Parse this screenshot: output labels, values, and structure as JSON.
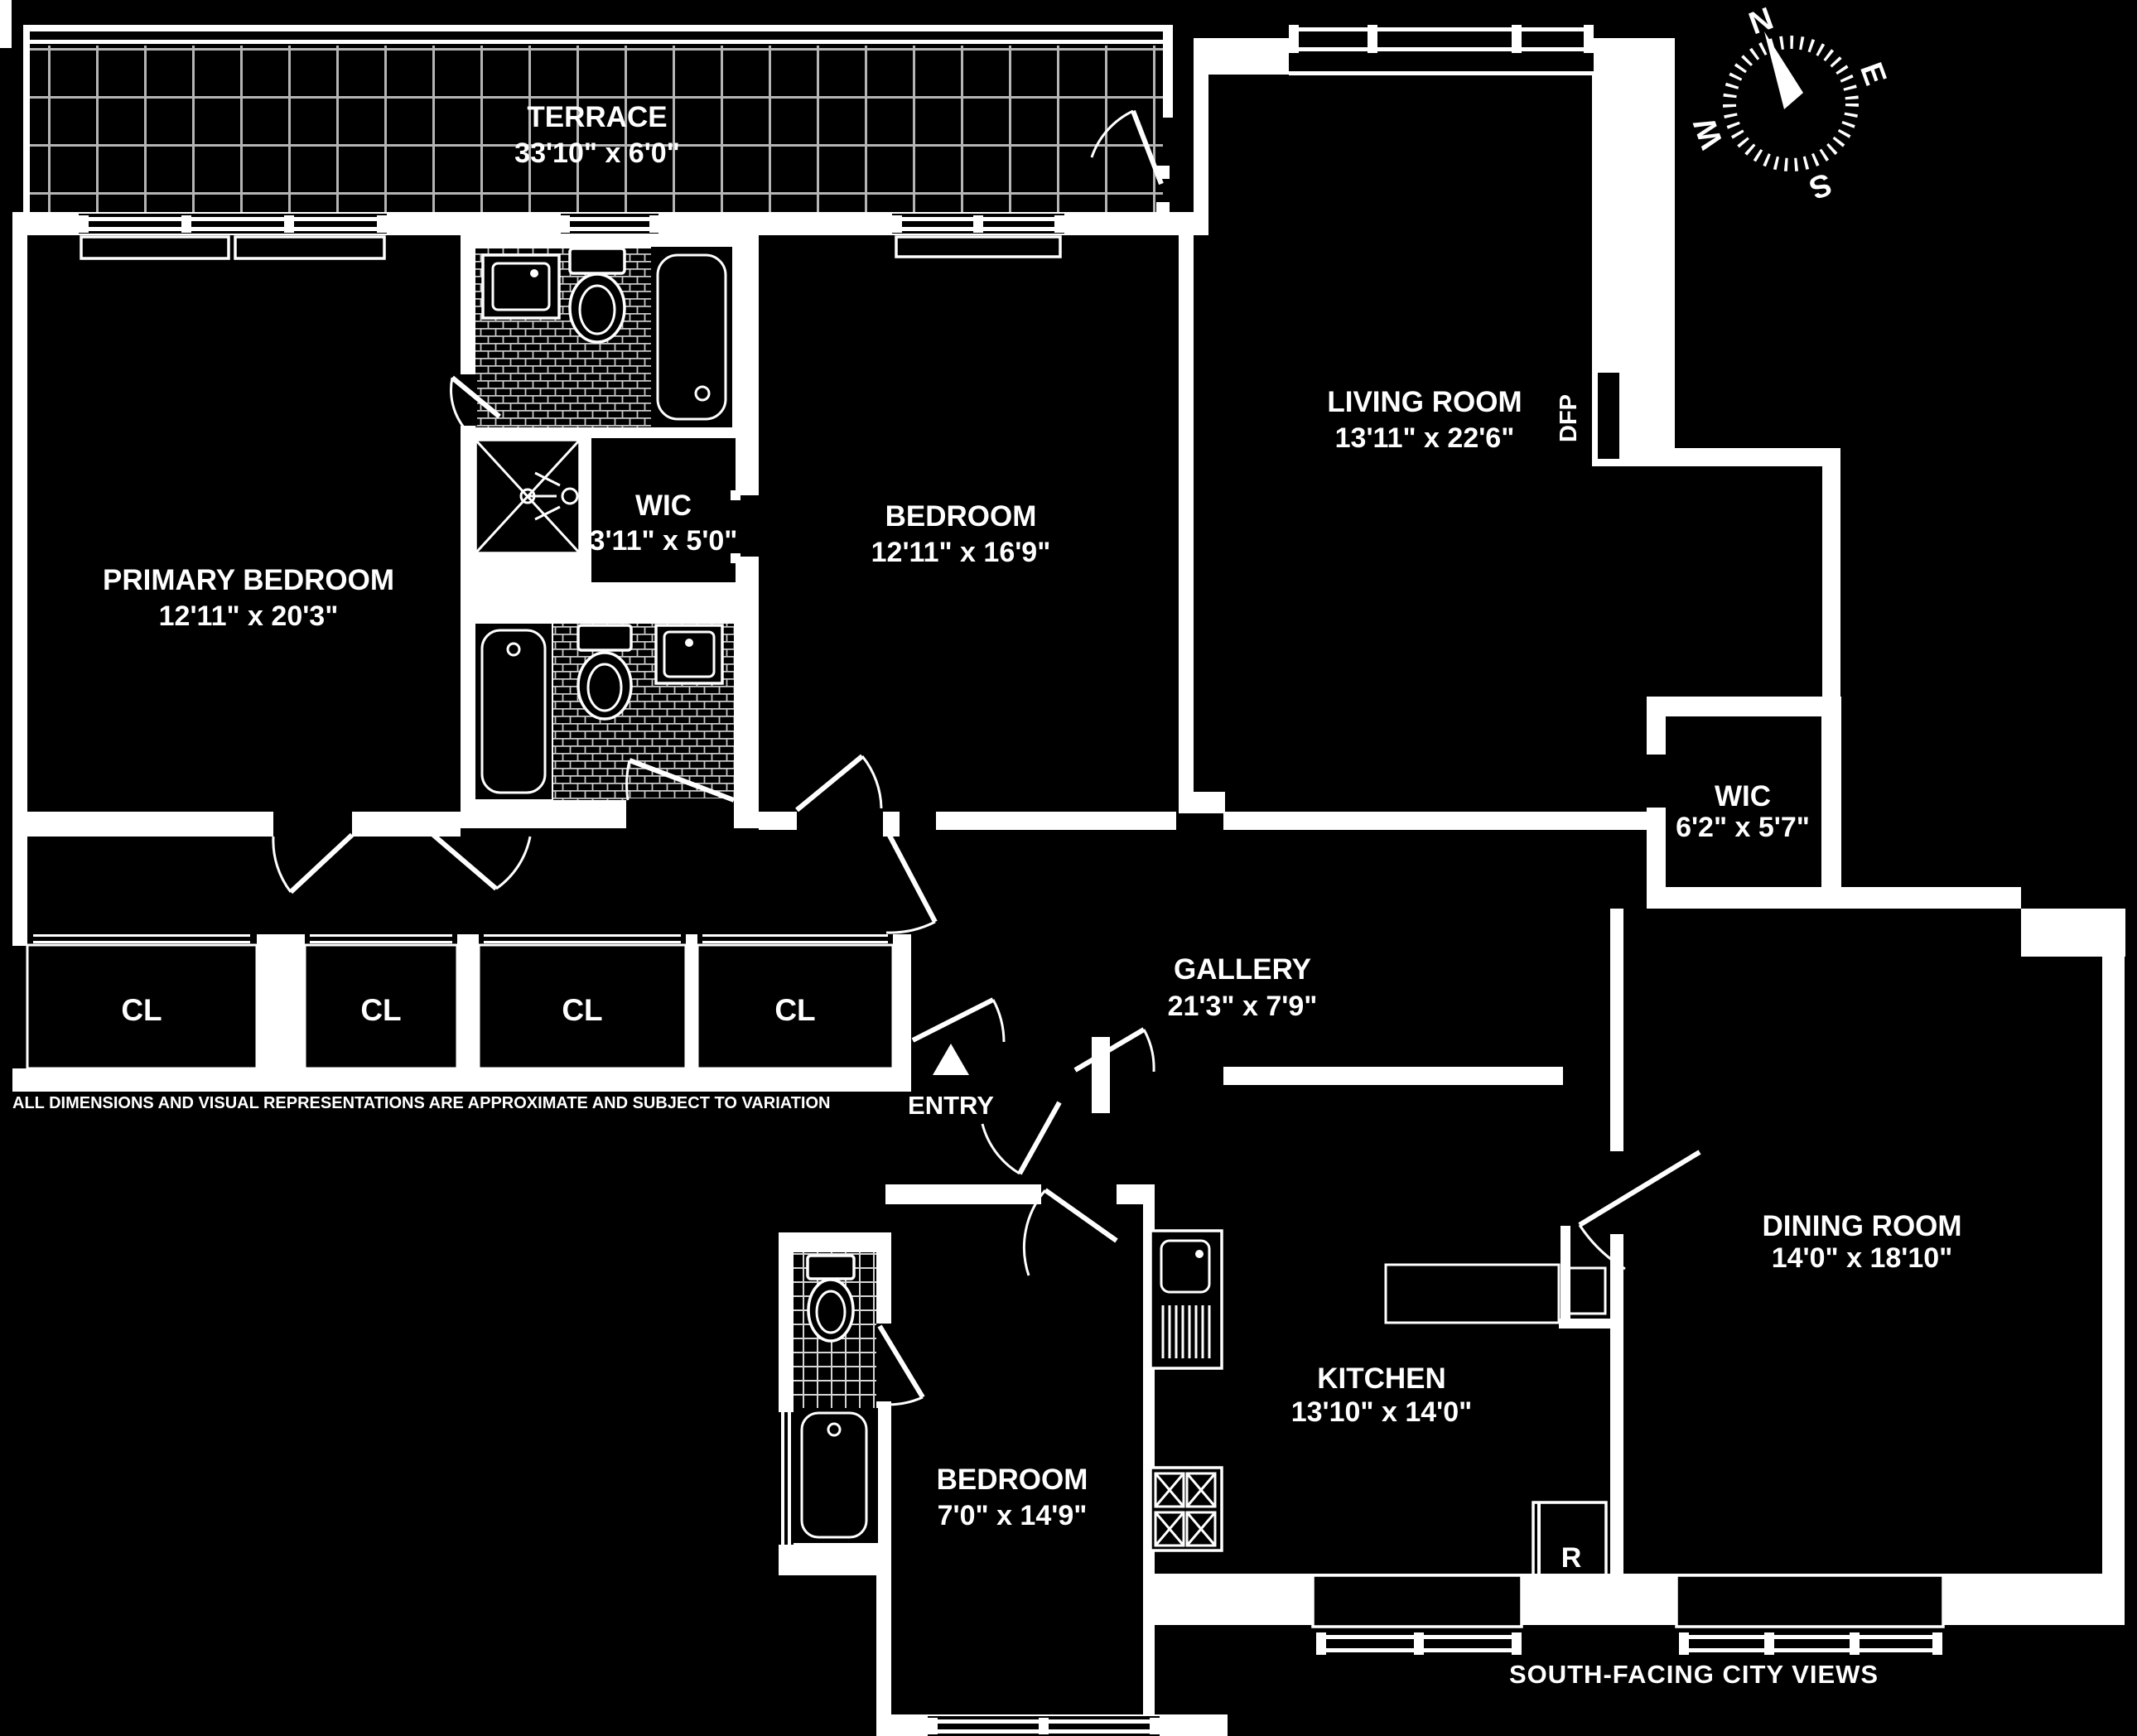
{
  "plan": {
    "terrace": {
      "name": "TERRACE",
      "dims": "33'10\" x 6'0\""
    },
    "primary_bedroom": {
      "name": "PRIMARY BEDROOM",
      "dims": "12'11\" x 20'3\""
    },
    "wic_small": {
      "name": "WIC",
      "dims": "3'11\" x 5'0\""
    },
    "bedroom_2": {
      "name": "BEDROOM",
      "dims": "12'11\" x 16'9\""
    },
    "living_room": {
      "name": "LIVING ROOM",
      "dims": "13'11\" x 22'6\""
    },
    "fireplace_label": "DFP",
    "wic_large": {
      "name": "WIC",
      "dims": "6'2\" x 5'7\""
    },
    "gallery": {
      "name": "GALLERY",
      "dims": "21'3\" x 7'9\""
    },
    "closet_labels": [
      "CL",
      "CL",
      "CL",
      "CL"
    ],
    "entry_label": "ENTRY",
    "bedroom_3": {
      "name": "BEDROOM",
      "dims": "7'0\" x 14'9\""
    },
    "kitchen": {
      "name": "KITCHEN",
      "dims": "13'10\" x 14'0\""
    },
    "dining_room": {
      "name": "DINING ROOM",
      "dims": "14'0\" x 18'10\""
    },
    "refrigerator_label": "R",
    "disclaimer": "ALL DIMENSIONS AND VISUAL REPRESENTATIONS ARE APPROXIMATE AND SUBJECT TO VARIATION",
    "footer_note": "SOUTH-FACING CITY VIEWS",
    "compass": {
      "north": "N",
      "east": "E",
      "south": "S",
      "west": "W"
    },
    "colors": {
      "background": "#000000",
      "walls": "#ffffff",
      "grid": "#b5b5b5"
    }
  }
}
